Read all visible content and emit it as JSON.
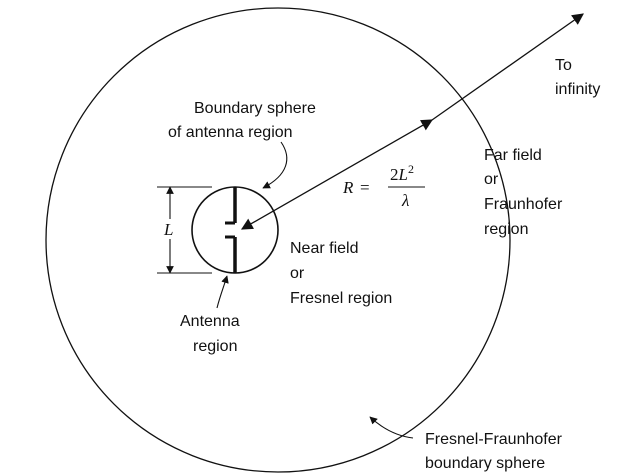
{
  "labels": {
    "boundary_antenna_line1": "Boundary sphere",
    "boundary_antenna_line2": "of antenna region",
    "to_infinity_line1": "To",
    "to_infinity_line2": "infinity",
    "far_field_line1": "Far field",
    "far_field_line2": "or",
    "far_field_line3": "Fraunhofer",
    "far_field_line4": "region",
    "near_field_line1": "Near field",
    "near_field_line2": "or",
    "near_field_line3": "Fresnel region",
    "antenna_region_line1": "Antenna",
    "antenna_region_line2": "region",
    "fresnel_boundary_line1": "Fresnel-Fraunhofer",
    "fresnel_boundary_line2": "boundary sphere"
  },
  "math": {
    "dimension_symbol": "L",
    "radius_lhs": "R",
    "equals": "=",
    "numerator_coef": "2",
    "numerator_var": "L",
    "numerator_exp": "2",
    "denominator": "λ"
  },
  "colors": {
    "ink": "#111111",
    "background": "#ffffff"
  }
}
